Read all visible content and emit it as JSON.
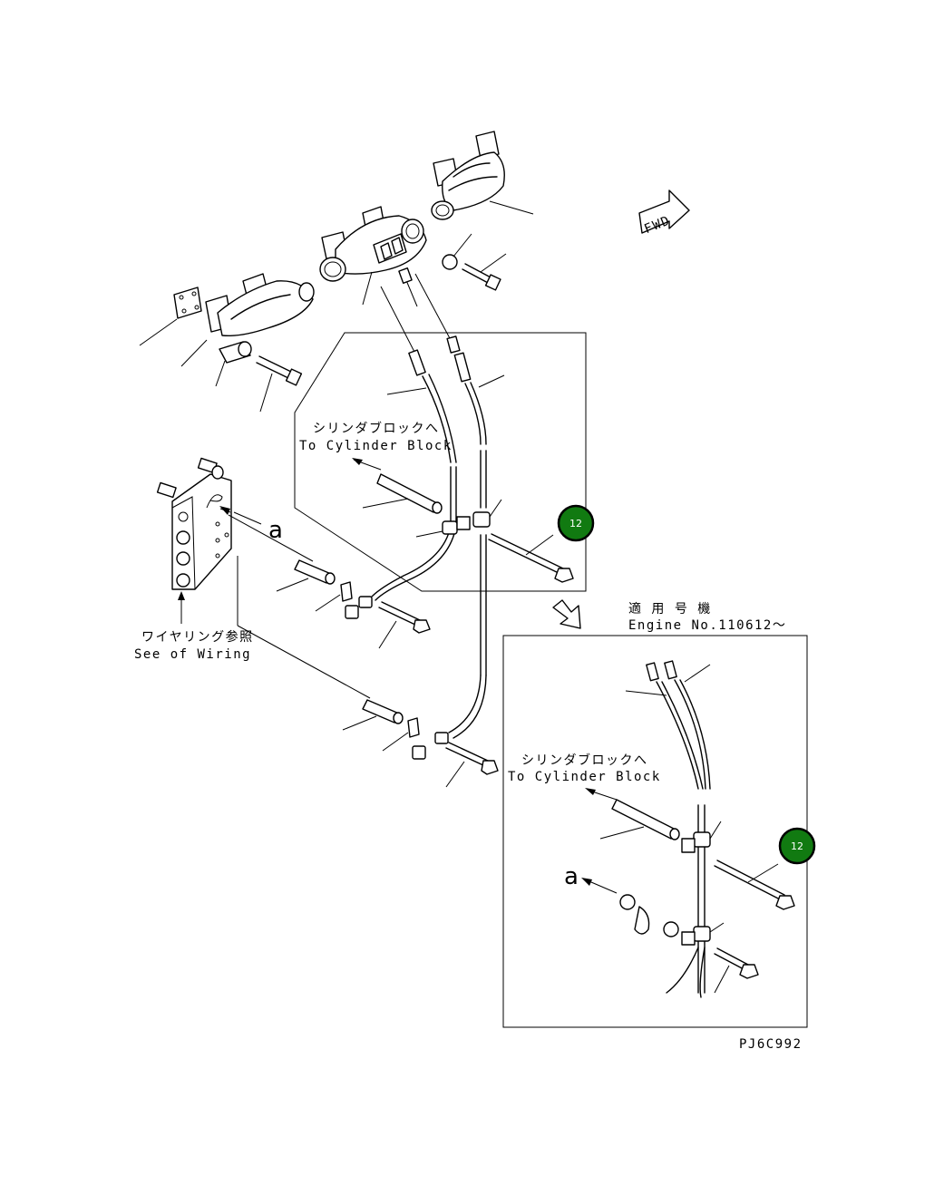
{
  "labels": {
    "fwd": "FWD",
    "to_cylinder_jp": "シリンダブロックへ",
    "to_cylinder_en": "To Cylinder Block",
    "wiring_jp": "ワイヤリング参照",
    "wiring_en": "See of Wiring",
    "applicable_jp": "適 用 号 機",
    "engine_no": "Engine No.110612～",
    "view_a": "a",
    "drawing_code": "PJ6C992"
  },
  "callouts": [
    {
      "id": "callout-12-main",
      "number": "12"
    },
    {
      "id": "callout-12-inset",
      "number": "12"
    }
  ],
  "colors": {
    "line": "#000000",
    "background": "#ffffff",
    "callout_fill": "#117a11"
  }
}
